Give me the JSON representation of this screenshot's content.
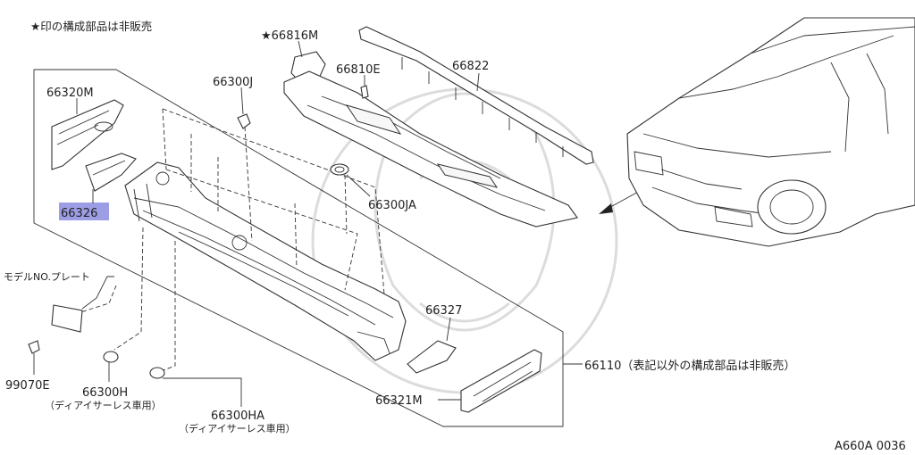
{
  "diagram": {
    "note": "★印の構成部品は非販売",
    "code": "A660A 0036",
    "highlight_color": "#8c8ce0",
    "parts": {
      "p66320M": "66320M",
      "p66326": "66326",
      "p66300J": "66300J",
      "p66816M": "★66816M",
      "p66810E": "66810E",
      "p66822": "66822",
      "p66300JA": "66300JA",
      "model_plate": "モデルNO.プレート",
      "p99070E": "99070E",
      "p66300H": "66300H",
      "p66300H_note": "（ディアイサーレス車用）",
      "p66300HA": "66300HA",
      "p66300HA_note": "（ディアイサーレス車用）",
      "p66327": "66327",
      "p66110": "66110（表記以外の構成部品は非販売）",
      "p66321M": "66321M"
    }
  }
}
